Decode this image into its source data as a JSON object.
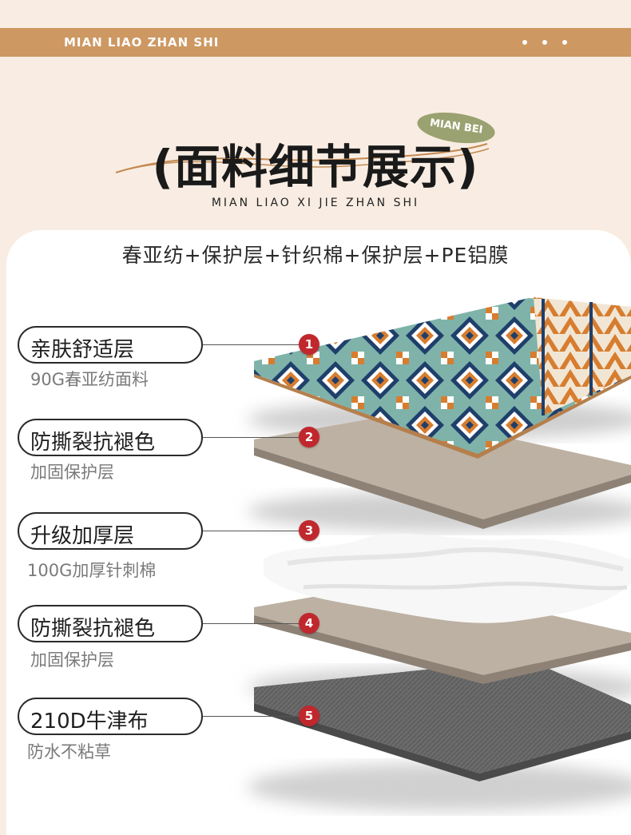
{
  "header": {
    "brand_text": "MIAN LIAO ZHAN SHI",
    "menu_icon": "three-dots-icon",
    "colors": {
      "bar": "#cd9862",
      "background": "#f9ede3"
    }
  },
  "title": {
    "text": "(面料细节展示)",
    "badge": "MIAN BEI",
    "subtitle": "MIAN LIAO XI JIE ZHAN SHI",
    "badge_color": "#9ba271",
    "swoosh_color": "#c48a52"
  },
  "composition": "春亚纺+保护层+针织棉+保护层+PE铝膜",
  "layers": [
    {
      "number": "1",
      "label": "亲肤舒适层",
      "desc": "90G春亚纺面料"
    },
    {
      "number": "2",
      "label": "防撕裂抗褪色",
      "desc": "加固保护层"
    },
    {
      "number": "3",
      "label": "升级加厚层",
      "desc": "100G加厚针刺棉"
    },
    {
      "number": "4",
      "label": "防撕裂抗褪色",
      "desc": "加固保护层"
    },
    {
      "number": "5",
      "label": "210D牛津布",
      "desc": "防水不粘草"
    }
  ],
  "marker_color": "#c0282e"
}
